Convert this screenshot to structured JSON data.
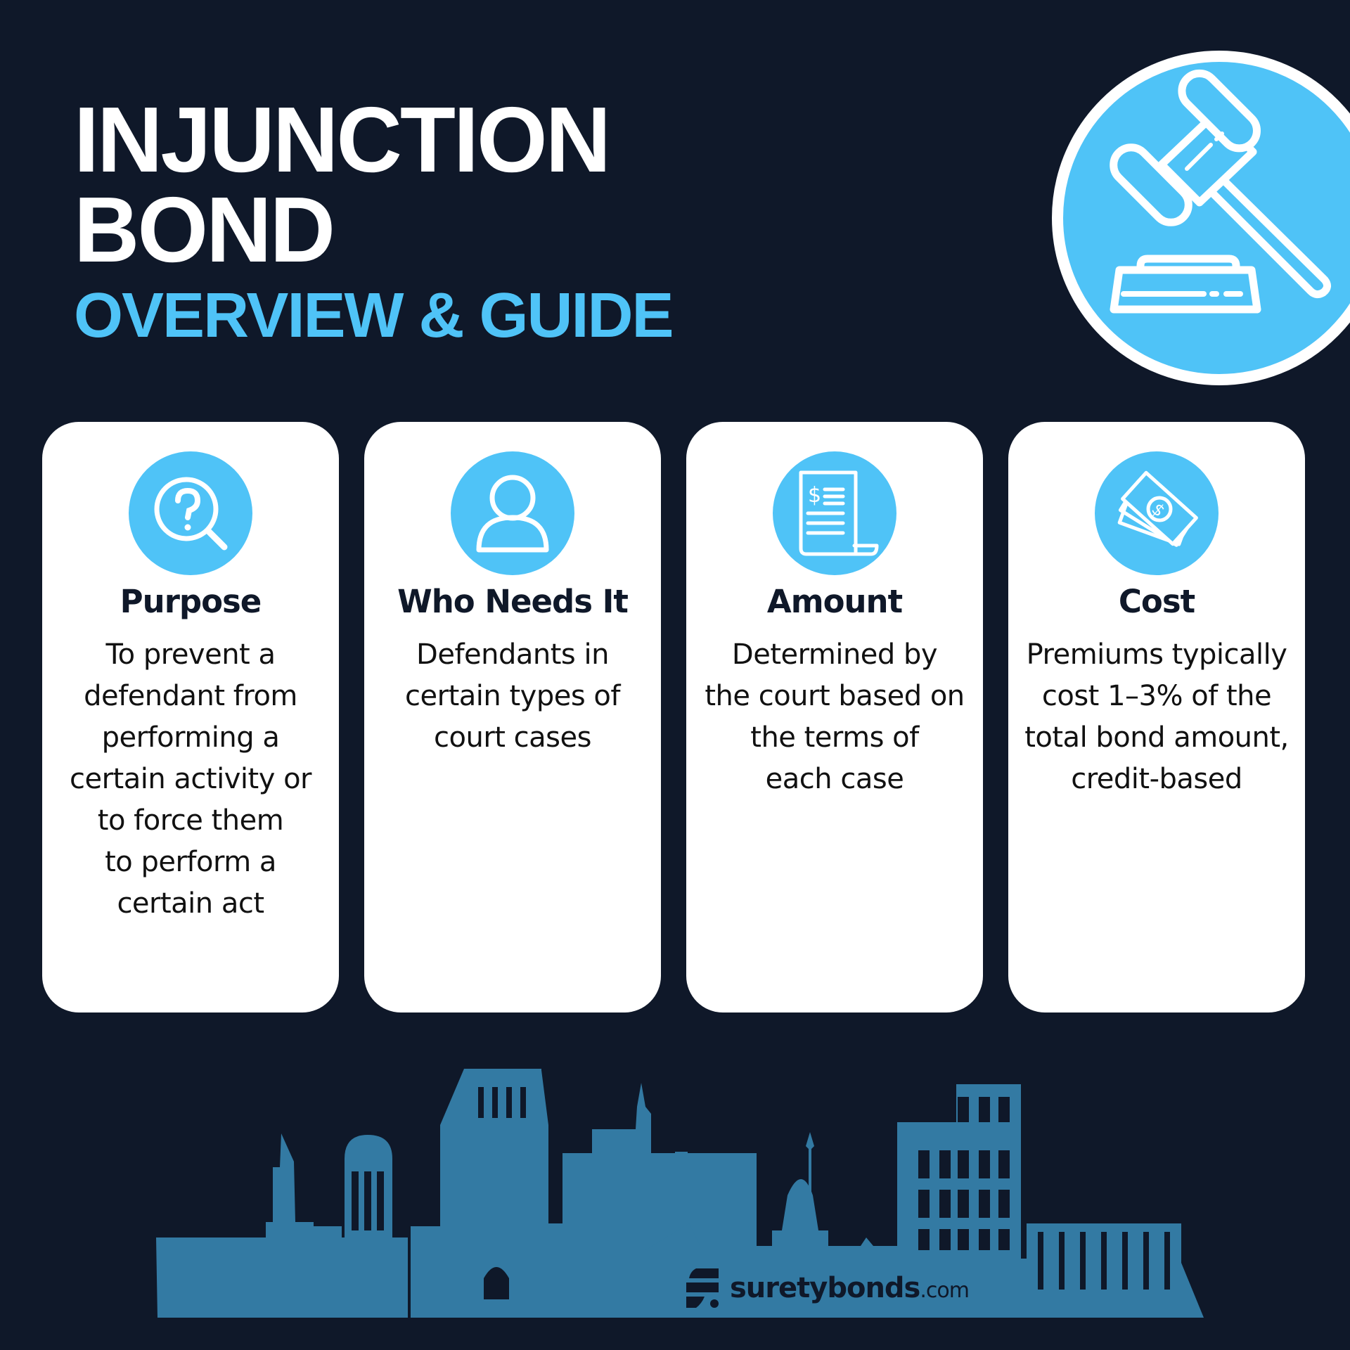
{
  "header": {
    "title_line1": "INJUNCTION",
    "title_line2": "BOND",
    "subtitle": "OVERVIEW & GUIDE"
  },
  "hero_icon": "gavel-icon",
  "colors": {
    "background": "#0f1829",
    "accent": "#4fc3f7",
    "card": "#ffffff",
    "skyline": "#337aa3",
    "text_dark": "#0f1829"
  },
  "cards": [
    {
      "icon": "magnifier-question-icon",
      "title": "Purpose",
      "body": "To prevent a\ndefendant from\nperforming a\ncertain activity or\nto force them\nto perform a\ncertain act"
    },
    {
      "icon": "person-icon",
      "title": "Who Needs It",
      "body": "Defendants in\ncertain types of\ncourt cases"
    },
    {
      "icon": "invoice-icon",
      "title": "Amount",
      "body": "Determined by\nthe court based on\nthe terms of\neach case"
    },
    {
      "icon": "money-bills-icon",
      "title": "Cost",
      "body": "Premiums typically\ncost 1–3% of the\ntotal bond amount,\ncredit-based"
    }
  ],
  "footer": {
    "brand": "suretybonds",
    "tld": ".com"
  }
}
